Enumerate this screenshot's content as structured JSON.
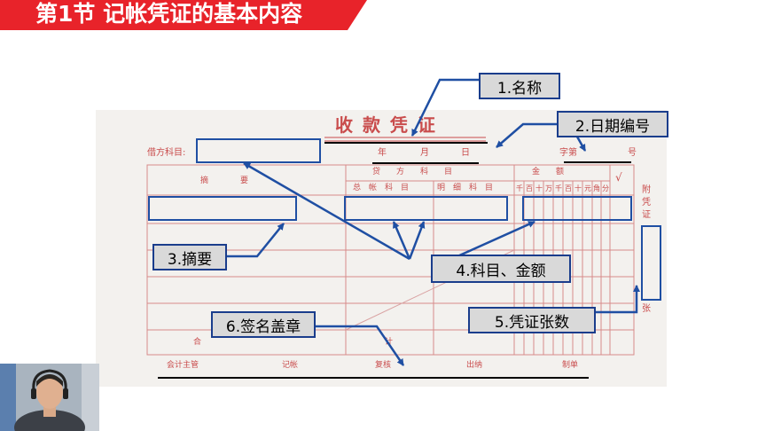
{
  "slide": {
    "title": "第1节 记帐凭证的基本内容",
    "banner_color": "#e8232a"
  },
  "voucher": {
    "title": "收 款 凭 证",
    "debit_account_label": "借方科目:",
    "year": "年",
    "month": "月",
    "day": "日",
    "number_prefix": "字第",
    "number_suffix": "号",
    "summary_header": "摘　　　　要",
    "credit_account_header": "贷　　方　　科　　目",
    "general_ledger_header": "总　帐　科　目",
    "detail_account_header": "明　细　科　目",
    "amount_header": "金　　额",
    "check_mark": "√",
    "digit_headers": [
      "千",
      "百",
      "十",
      "万",
      "千",
      "百",
      "十",
      "元",
      "角",
      "分"
    ],
    "attachment_label": "附凭证",
    "sheets_label": "张",
    "total_label": "合　　　　　　　　　　　　　　　　　　　　　　　计",
    "signature_labels": [
      "会计主管",
      "记帐",
      "复核",
      "出纳",
      "制单"
    ]
  },
  "callouts": {
    "name": "1.名称",
    "date_number": "2.日期编号",
    "summary": "3.摘要",
    "account_amount": "4.科目、金额",
    "voucher_count": "5.凭证张数",
    "signature": "6.签名盖章"
  },
  "colors": {
    "arrow_blue": "#1f4fa3",
    "voucher_red": "#c94c4c",
    "callout_fill": "#d9d9d9"
  }
}
